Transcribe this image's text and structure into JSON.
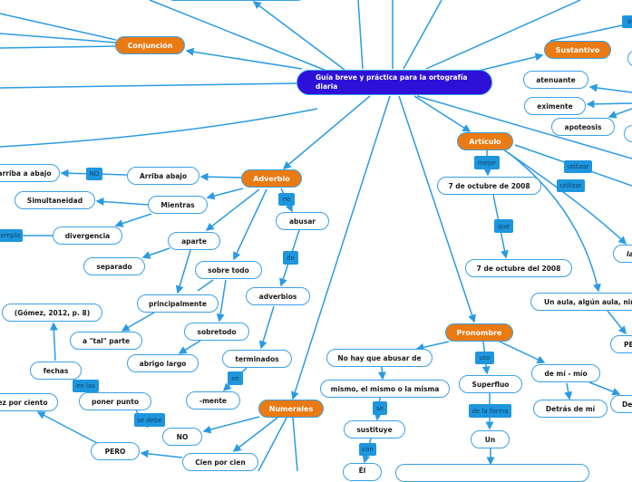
{
  "root": {
    "title": "Guía breve y práctica para la ortografía diaria"
  },
  "categories": {
    "conjuncion": "Conjunción",
    "sustantivo": "Sustantivo",
    "articulo": "Artículo",
    "adverbio": "Adverbio",
    "pronombre": "Pronombre",
    "numerales": "Numerales"
  },
  "sustantivo": {
    "label_de": "de",
    "atenuante": "atenuante",
    "eximente": "eximente",
    "apoteosis": "apoteosis"
  },
  "articulo": {
    "mejor": "mejor",
    "fecha1": "7 de octubre de 2008",
    "que": "que",
    "fecha2": "7 de octubre del 2008",
    "utilizar1": "utilizar",
    "utilizar2": "utilizar",
    "la": "la",
    "aula": "Un aula, algún aula, ning",
    "pe": "PE"
  },
  "pronombre": {
    "uso": "uso",
    "superfluo": "Superfluo",
    "de_la_forma": "de la forma",
    "un": "Un",
    "de_mi": "de mí - mío",
    "detras": "Detrás de mí",
    "de": "De",
    "no_hay": "No hay que abusar de",
    "mismo": "mismo, el mismo o la misma",
    "se": "se",
    "sustituye": "sustituye",
    "con": "con",
    "el": "Él"
  },
  "adverbio": {
    "arriba_abajo": "Arriba abajo",
    "no_label": "NO",
    "arriba_a_abajo": "arriba a abajo",
    "mientras": "Mientras",
    "simultaneidad": "Simultaneidad",
    "divergencia": "divergencia",
    "ejemplo": "ejemplo",
    "no": "no",
    "abusar": "abusar",
    "de": "de",
    "adverbios": "adverbios",
    "terminados": "terminados",
    "en": "en",
    "mente": "-mente",
    "aparte": "aparte",
    "separado": "separado",
    "sobre_todo": "sobre todo",
    "principalmente": "principalmente",
    "tal_parte": "a \"tal\" parte",
    "sobretodo": "sobretodo",
    "abrigo": "abrigo largo"
  },
  "numerales": {
    "no": "NO",
    "cien": "Cien por cien",
    "pero": "PERO",
    "se_debe": "se debe",
    "poner_punto": "poner punto",
    "en_las": "en las",
    "fechas": "fechas",
    "gomez": "(Gómez, 2012, p. 8)",
    "diez": "diez por ciento"
  }
}
